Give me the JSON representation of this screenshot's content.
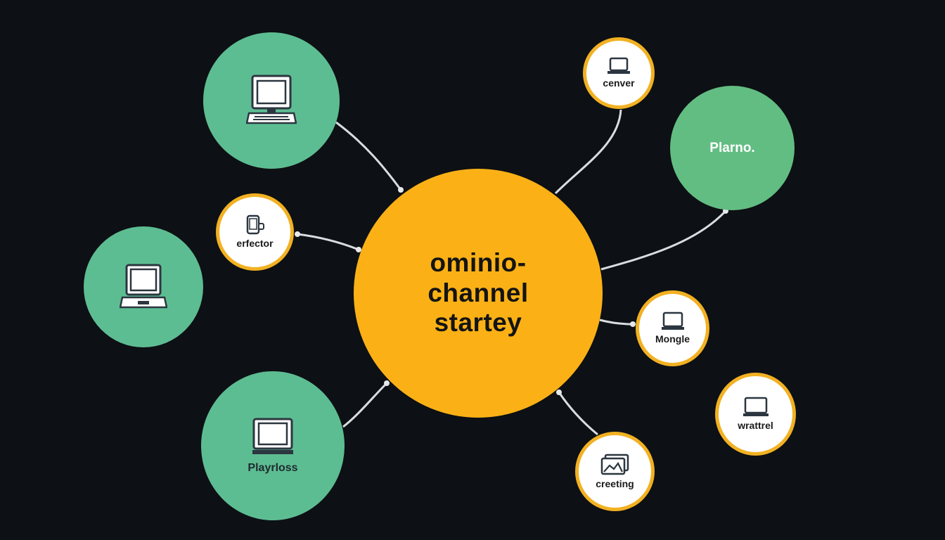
{
  "hub": {
    "lines": [
      "ominio-",
      "channel",
      "startey"
    ]
  },
  "nodes": [
    {
      "id": "computer-top-left",
      "kind": "green",
      "label": "",
      "icon": "desktop-computer-icon"
    },
    {
      "id": "computer-left",
      "kind": "green",
      "label": "",
      "icon": "laptop-icon"
    },
    {
      "id": "playrloss",
      "kind": "green",
      "label": "Playrloss",
      "icon": "monitor-icon"
    },
    {
      "id": "plarno",
      "kind": "green",
      "label": "Plarno.",
      "icon": ""
    },
    {
      "id": "erfector",
      "kind": "white",
      "label": "erfector",
      "icon": "mobile-phone-icon"
    },
    {
      "id": "cenver",
      "kind": "white",
      "label": "cenver",
      "icon": "laptop-icon"
    },
    {
      "id": "mongle",
      "kind": "white",
      "label": "Mongle",
      "icon": "monitor-icon"
    },
    {
      "id": "wrattrel",
      "kind": "white",
      "label": "wrattrel",
      "icon": "monitor-icon"
    },
    {
      "id": "creeting",
      "kind": "white",
      "label": "creeting",
      "icon": "image-icon"
    }
  ],
  "colors": {
    "background": "#0d1014",
    "hub": "#fbb116",
    "green_node": "#5dbd92",
    "white_node_border": "#f2b122",
    "connector": "#d9dde2"
  }
}
